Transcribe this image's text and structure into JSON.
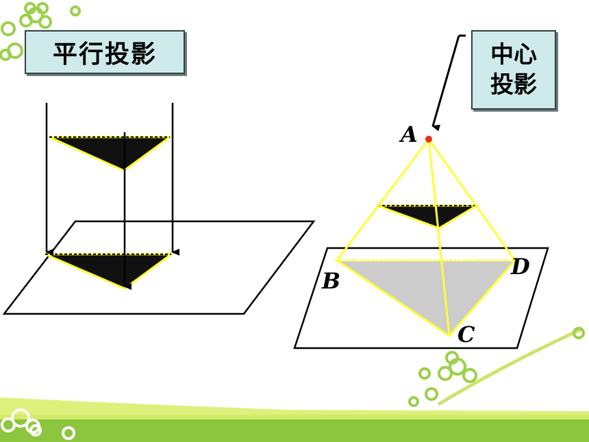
{
  "labels": {
    "parallel_projection": "平行投影",
    "central_projection_line1": "中心",
    "central_projection_line2": "投影"
  },
  "points": {
    "A": "A",
    "B": "B",
    "C": "C",
    "D": "D"
  },
  "colors": {
    "yellow_edge": "#ffff33",
    "shadow_gray": "#cccccc",
    "triangle_fill": "#111111",
    "label_bg": "#cfeaea",
    "point_red": "#e8301a",
    "deco_green": "#7cbf2a",
    "deco_lime": "#c8e64a"
  }
}
